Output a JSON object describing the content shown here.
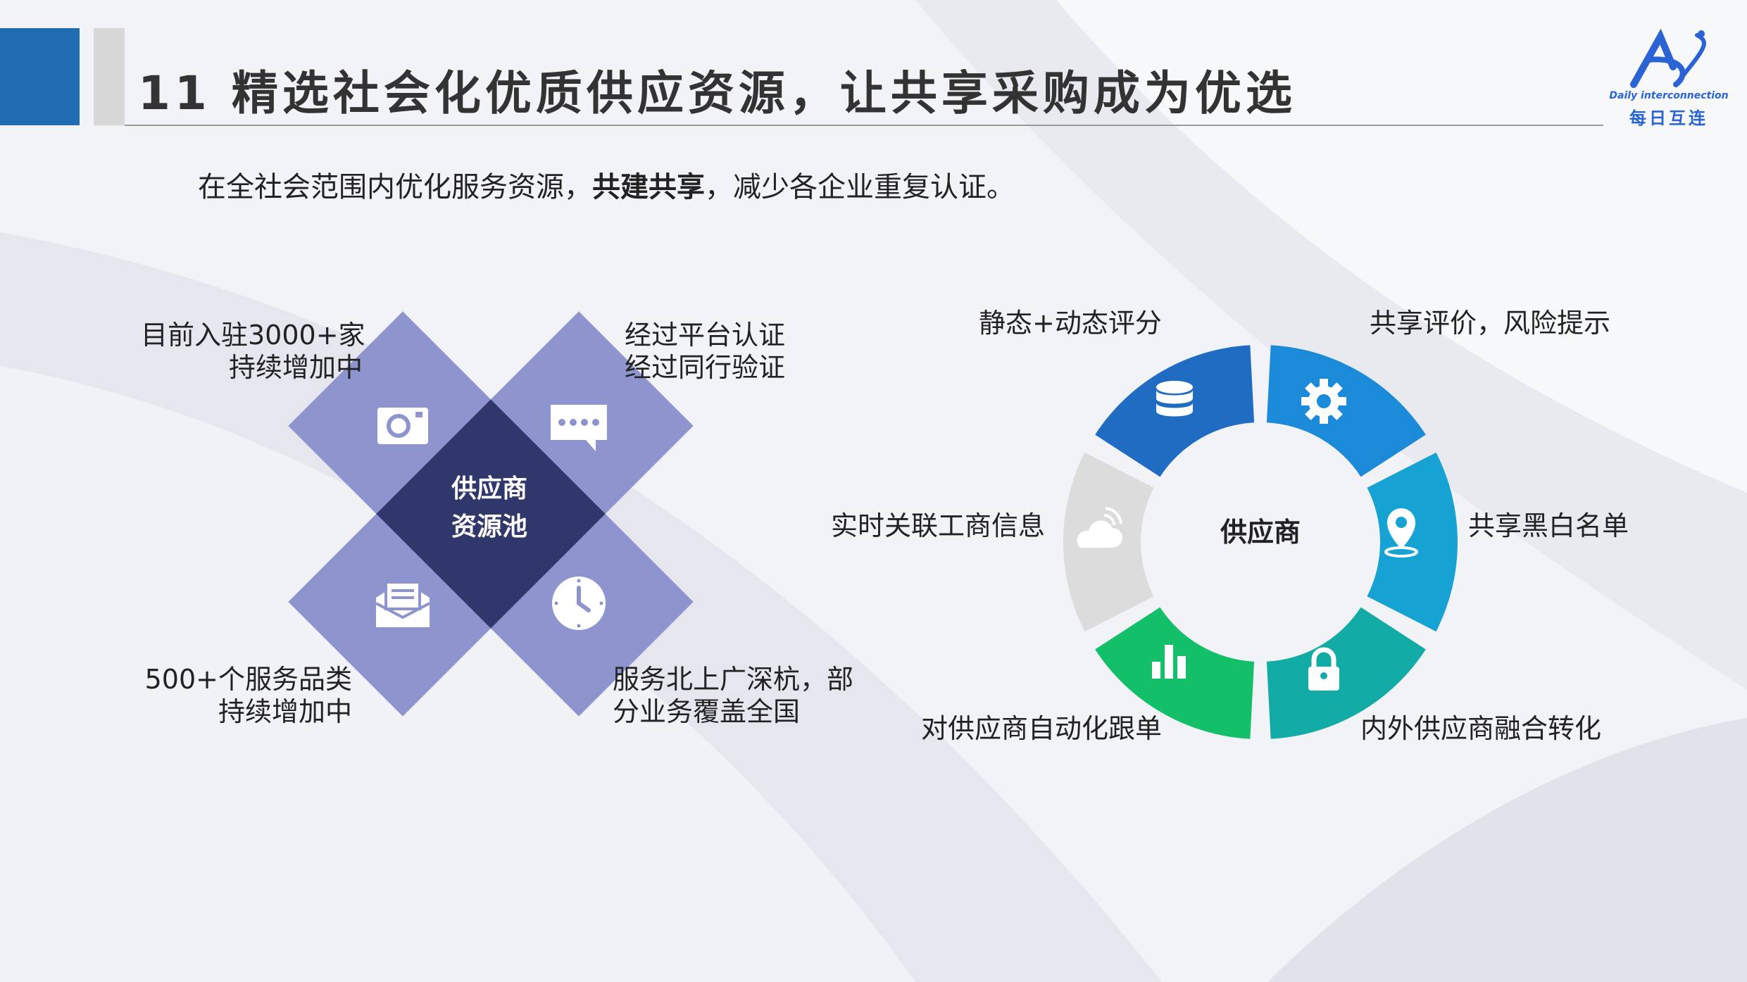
{
  "header": {
    "title": "11 精选社会化优质供应资源，让共享采购成为优选"
  },
  "subtitle": {
    "before": "在全社会范围内优化服务资源，",
    "bold": "共建共享",
    "after": "，减少各企业重复认证。"
  },
  "logo": {
    "en": "Daily interconnection",
    "cn": "每日互连"
  },
  "left_diagram": {
    "center_line1": "供应商",
    "center_line2": "资源池",
    "top_left": [
      "目前入驻3000+家",
      "持续增加中"
    ],
    "top_right": [
      "经过平台认证",
      "经过同行验证"
    ],
    "bottom_left": [
      "500+个服务品类",
      "持续增加中"
    ],
    "bottom_right": [
      "服务北上广深杭，部",
      "分业务覆盖全国"
    ]
  },
  "right_diagram": {
    "center": "供应商",
    "segments": [
      {
        "label": "静态+动态评分",
        "icon": "database-icon",
        "color": "#1f6cc2"
      },
      {
        "label": "共享评价，风险提示",
        "icon": "gear-icon",
        "color": "#1b8ad8"
      },
      {
        "label": "共享黑白名单",
        "icon": "location-pin-icon",
        "color": "#16a3d3"
      },
      {
        "label": "内外供应商融合转化",
        "icon": "lock-icon",
        "color": "#13aba5"
      },
      {
        "label": "对供应商自动化跟单",
        "icon": "bar-chart-icon",
        "color": "#14bf6a"
      },
      {
        "label": "实时关联工商信息",
        "icon": "cloud-icon",
        "color": "#dcdcdc"
      }
    ]
  },
  "colors": {
    "title_blue": "#1f6cb0",
    "diamond": "#8e94cd",
    "diamond_center": "#2f376b"
  }
}
